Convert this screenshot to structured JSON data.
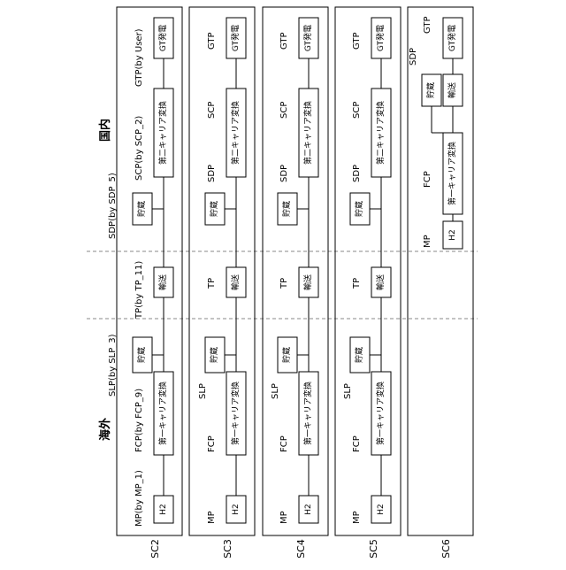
{
  "region_labels": {
    "overseas": "海外",
    "domestic": "国内"
  },
  "scenarios": [
    {
      "id": "SC2",
      "boxes": {
        "h2": "H2",
        "conv1": "第一キャリア変換",
        "storage1": "貯蔵",
        "transport": "輸送",
        "storage2": "貯蔵",
        "conv2": "第二キャリア変換",
        "gen": "GT発電"
      },
      "labels": {
        "mp": "MP(by MP_1)",
        "fcp": "FCP(by FCP_9)",
        "slp": "SLP(by SLP_3)",
        "tp": "TP(by TP_11)",
        "sdp": "SDP(by SDP_5)",
        "scp": "SCP(by SCP_2)",
        "gtp": "GTP(by User)"
      }
    },
    {
      "id": "SC3",
      "boxes": {
        "h2": "H2",
        "conv1": "第一キャリア変換",
        "storage1": "貯蔵",
        "transport": "輸送",
        "storage2": "貯蔵",
        "conv2": "第二キャリア変換",
        "gen": "GT発電"
      },
      "labels": {
        "mp": "MP",
        "fcp": "FCP",
        "slp": "SLP",
        "tp": "TP",
        "sdp": "SDP",
        "scp": "SCP",
        "gtp": "GTP"
      }
    },
    {
      "id": "SC4",
      "boxes": {
        "h2": "H2",
        "conv1": "第一キャリア変換",
        "storage1": "貯蔵",
        "transport": "輸送",
        "storage2": "貯蔵",
        "conv2": "第二キャリア変換",
        "gen": "GT発電"
      },
      "labels": {
        "mp": "MP",
        "fcp": "FCP",
        "slp": "SLP",
        "tp": "TP",
        "sdp": "SDP",
        "scp": "SCP",
        "gtp": "GTP"
      }
    },
    {
      "id": "SC5",
      "boxes": {
        "h2": "H2",
        "conv1": "第一キャリア変換",
        "storage1": "貯蔵",
        "transport": "輸送",
        "storage2": "貯蔵",
        "conv2": "第二キャリア変換",
        "gen": "GT発電"
      },
      "labels": {
        "mp": "MP",
        "fcp": "FCP",
        "slp": "SLP",
        "tp": "TP",
        "sdp": "SDP",
        "scp": "SCP",
        "gtp": "GTP"
      }
    },
    {
      "id": "SC6",
      "boxes": {
        "h2": "H2",
        "conv1": "第一キャリア変換",
        "storage": "貯蔵",
        "transport": "輸送",
        "gen": "GT発電"
      },
      "labels": {
        "mp": "MP",
        "fcp": "FCP",
        "sdp": "SDP",
        "gtp": "GTP"
      }
    }
  ]
}
